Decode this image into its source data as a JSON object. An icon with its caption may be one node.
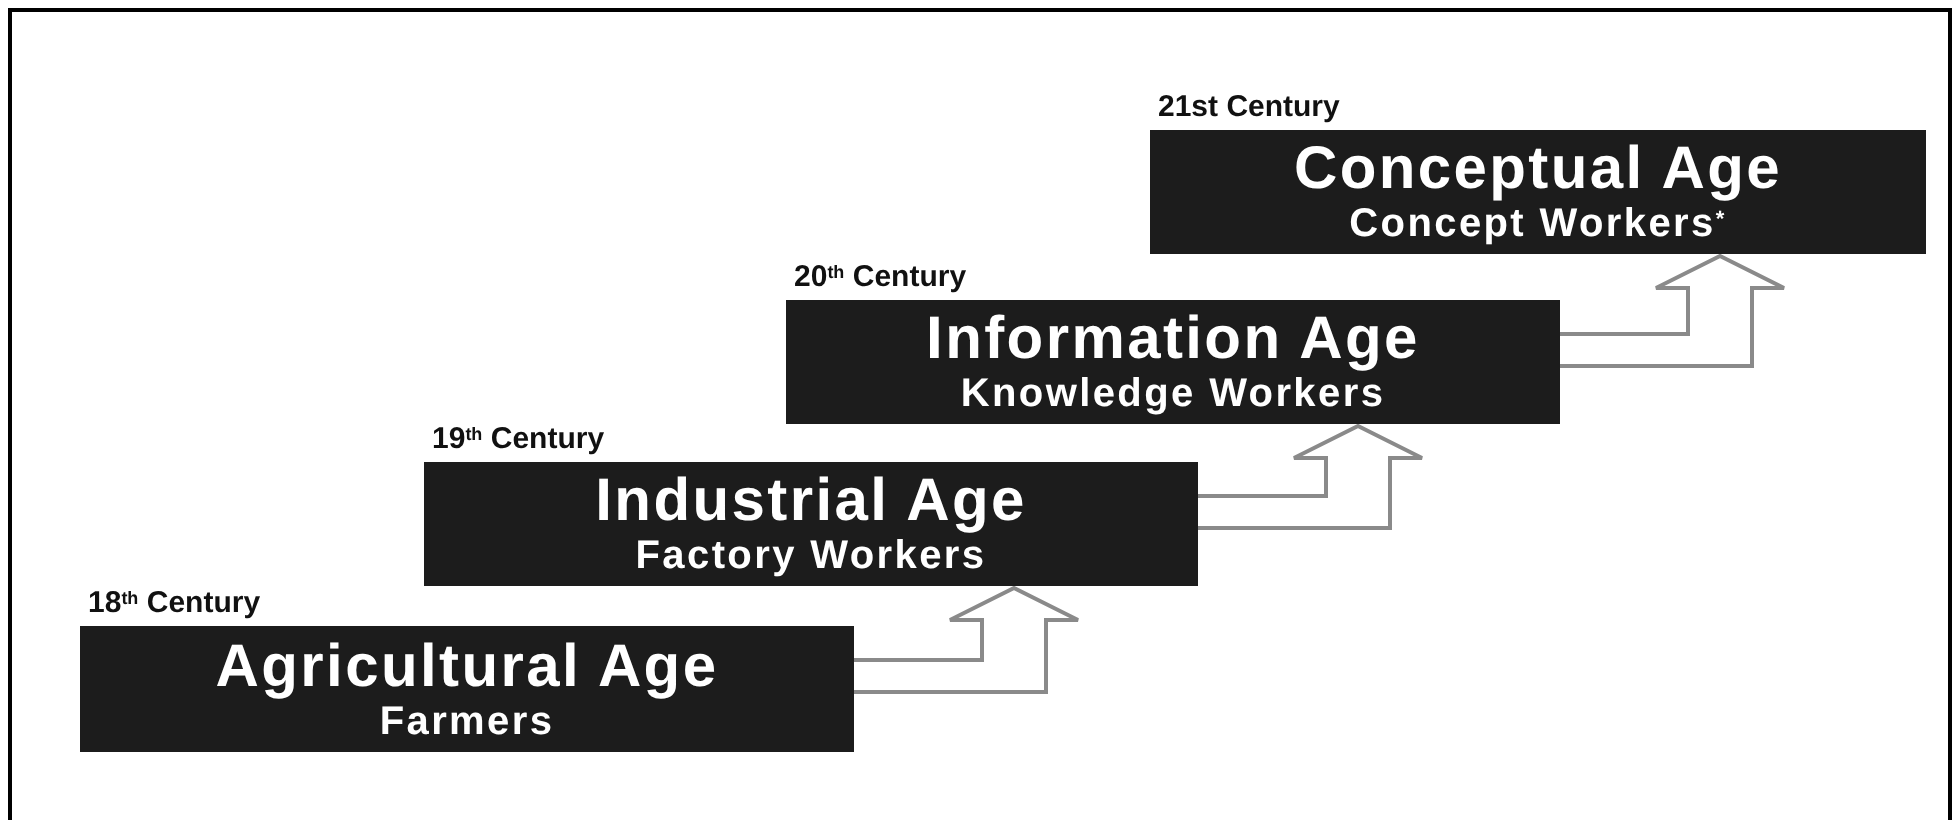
{
  "diagram": {
    "nodes": [
      {
        "text": [
          "Agricultural Age",
          "Farmers"
        ],
        "beside": [
          "18$^{th}$ Century"
        ]
      },
      {
        "text": [
          "Industrial Age",
          "Factory Workers"
        ],
        "beside": [
          "19$^{th}$ Century"
        ]
      },
      {
        "text": [
          "Information Age",
          "Knowledge Workers"
        ],
        "beside": [
          "20$^{th}$ Century"
        ]
      },
      {
        "text": [
          "Conceptual Age",
          "Concept Workers$^{*}$"
        ],
        "beside": [
          "21st Century"
        ]
      }
    ],
    "edges": [
      {
        "from": 0,
        "to": 1,
        "arrow": "to"
      },
      {
        "from": 1,
        "to": 2,
        "arrow": "to"
      },
      {
        "from": 2,
        "to": 3,
        "arrow": "to"
      }
    ]
  }
}
